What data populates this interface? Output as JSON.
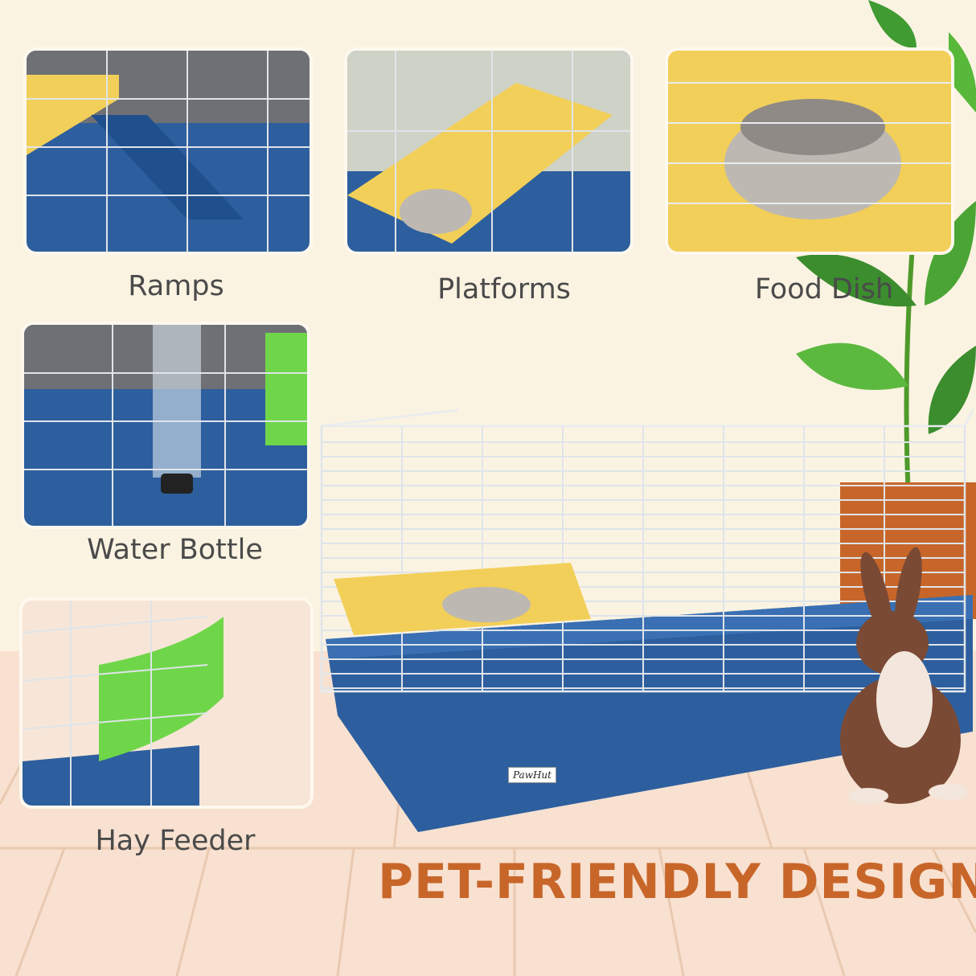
{
  "features": [
    {
      "label": "Ramps",
      "icon": "ramp-icon"
    },
    {
      "label": "Platforms",
      "icon": "platform-icon"
    },
    {
      "label": "Food Dish",
      "icon": "food-dish-icon"
    },
    {
      "label": "Water Bottle",
      "icon": "water-bottle-icon"
    },
    {
      "label": "Hay Feeder",
      "icon": "hay-feeder-icon"
    }
  ],
  "headline": "PET-FRIENDLY DESIGN",
  "brand": "PawHut",
  "colors": {
    "background": "#fbf3e2",
    "floor": "#f8e1d0",
    "cage_base": "#2d5f9e",
    "platform": "#f2cf58",
    "feeder": "#6fd64a",
    "headline": "#c8662a"
  }
}
